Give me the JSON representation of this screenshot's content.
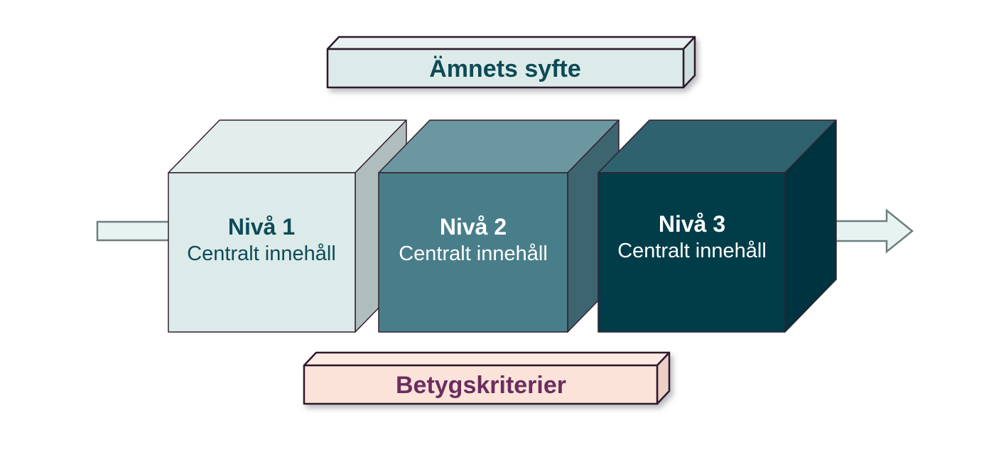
{
  "figure": {
    "title_bar": {
      "label": "Ämnets syfte"
    },
    "criteria_bar": {
      "label": "Betygskriterier"
    },
    "cubes": [
      {
        "title": "Nivå 1",
        "subtitle": "Centralt innehåll"
      },
      {
        "title": "Nivå 2",
        "subtitle": "Centralt innehåll"
      },
      {
        "title": "Nivå 3",
        "subtitle": "Centralt innehåll"
      }
    ],
    "colors": {
      "title_bar_front": "#dcebe9",
      "title_bar_top": "#e8f1f0",
      "title_bar_side": "#cfdfdf",
      "title_bar_text": "#0d4a55",
      "criteria_bar_front": "#fbe3da",
      "criteria_bar_top": "#fdeae3",
      "criteria_bar_side": "#eccfc6",
      "criteria_bar_text": "#6b2d5e",
      "bar_border": "#2e1a2c",
      "cube_border": "#33202f",
      "cube1_front": "#dcebe9",
      "cube1_top": "#e3eeec",
      "cube1_side": "#b0bdbd",
      "cube1_text": "#0d4b58",
      "cube2_front": "#487e8a",
      "cube2_top": "#6b97a0",
      "cube2_side": "#3d6570",
      "cube2_text": "#ffffff",
      "cube3_front": "#013d49",
      "cube3_top": "#2d626e",
      "cube3_side": "#003340",
      "cube3_text": "#ffffff",
      "arrow_fill": "#e7f3f1",
      "arrow_border": "#6e7e7e"
    }
  }
}
